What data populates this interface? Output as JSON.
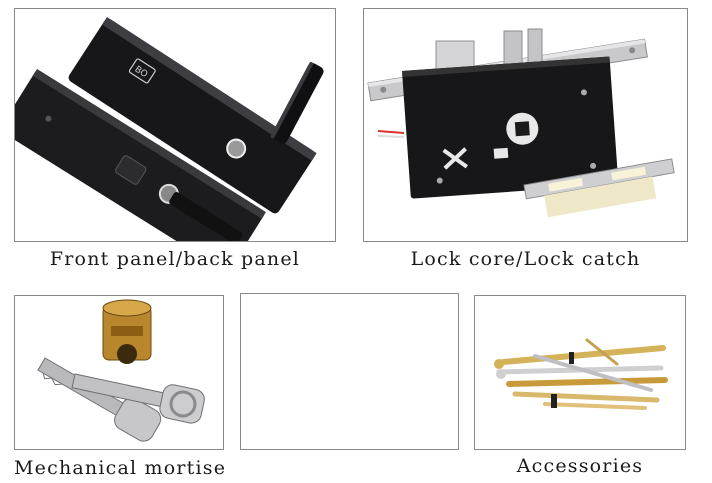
{
  "panels": [
    {
      "caption": "Front panel/back panel",
      "label": ""
    },
    {
      "caption": "Lock core/Lock catch",
      "label": ""
    },
    {
      "caption": "Mechanical mortise",
      "label": ""
    },
    {
      "caption": "",
      "label": ""
    },
    {
      "caption": "Accessories",
      "label": ""
    }
  ],
  "icons": {
    "front_back_panel": "lock-panel-image",
    "lock_core": "lock-core-image",
    "mortise": "cylinder-keys-image",
    "accessories": "screws-image"
  }
}
